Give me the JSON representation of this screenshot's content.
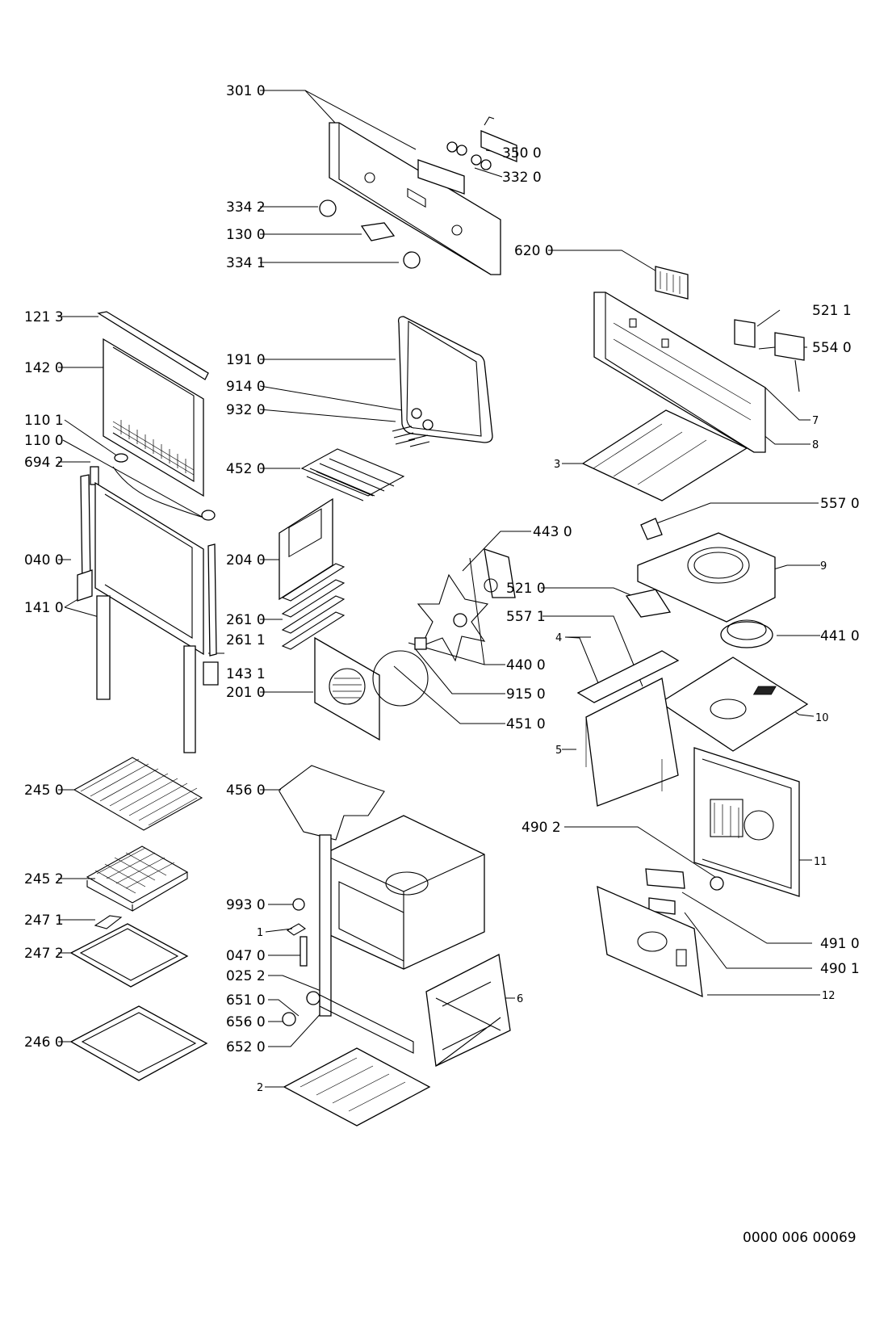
{
  "diagram": {
    "labels": {
      "p3010": "301 0",
      "p3500": "350 0",
      "p3320": "332 0",
      "p3342": "334 2",
      "p1300": "130 0",
      "p3341": "334 1",
      "p6200": "620 0",
      "p1213": "121 3",
      "p5211": "521 1",
      "p1910": "191 0",
      "p5540": "554 0",
      "p1420": "142 0",
      "p9140": "914 0",
      "p9320": "932 0",
      "p7": "7",
      "p1101": "110 1",
      "p1100": "110 0",
      "p8": "8",
      "p6942": "694 2",
      "p3": "3",
      "p4520": "452 0",
      "p5570": "557 0",
      "p4430": "443 0",
      "p0400": "040 0",
      "p2040": "204 0",
      "p9": "9",
      "p1410": "141 0",
      "p5210": "521 0",
      "p5571": "557 1",
      "p2610": "261 0",
      "p2611": "261 1",
      "p4": "4",
      "p4410": "441 0",
      "p1431": "143 1",
      "p4400": "440 0",
      "p2010": "201 0",
      "p9150": "915 0",
      "p10": "10",
      "p4510": "451 0",
      "p5": "5",
      "p2450": "245 0",
      "p4560": "456 0",
      "p4902": "490 2",
      "p11": "11",
      "p2452": "245 2",
      "p9930": "993 0",
      "p2471": "247 1",
      "p1": "1",
      "p4910": "491 0",
      "p2472": "247 2",
      "p0470": "047 0",
      "p4901": "490 1",
      "p0252": "025 2",
      "p6510": "651 0",
      "p6": "6",
      "p12": "12",
      "p6560": "656 0",
      "p2460": "246 0",
      "p6520": "652 0",
      "p2": "2"
    },
    "document_number": "0000 006 00069"
  }
}
